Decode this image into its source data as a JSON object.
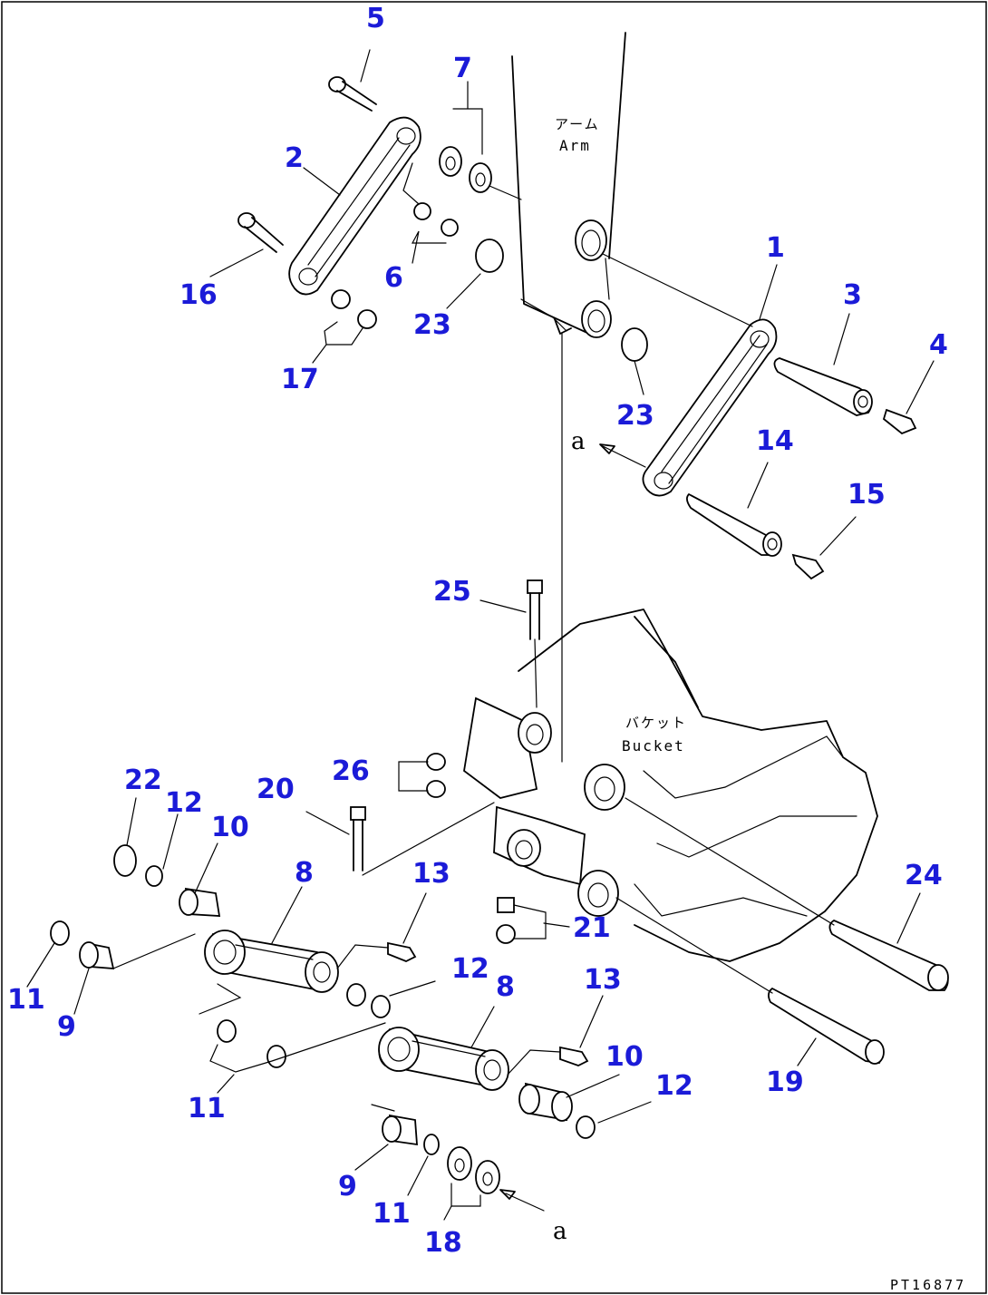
{
  "drawing": {
    "arm_label_jp": "アーム",
    "arm_label_en": "Arm",
    "bucket_label_jp": "バケット",
    "bucket_label_en": "Bucket",
    "view_ref_top": "a",
    "view_ref_bottom": "a",
    "drawing_code": "PT16877"
  },
  "callouts": [
    {
      "id": "c1",
      "text": "1"
    },
    {
      "id": "c2",
      "text": "2"
    },
    {
      "id": "c3",
      "text": "3"
    },
    {
      "id": "c4",
      "text": "4"
    },
    {
      "id": "c5",
      "text": "5"
    },
    {
      "id": "c6",
      "text": "6"
    },
    {
      "id": "c7",
      "text": "7"
    },
    {
      "id": "c8a",
      "text": "8"
    },
    {
      "id": "c8b",
      "text": "8"
    },
    {
      "id": "c9a",
      "text": "9"
    },
    {
      "id": "c9b",
      "text": "9"
    },
    {
      "id": "c10a",
      "text": "10"
    },
    {
      "id": "c10b",
      "text": "10"
    },
    {
      "id": "c11a",
      "text": "11"
    },
    {
      "id": "c11b",
      "text": "11"
    },
    {
      "id": "c11c",
      "text": "11"
    },
    {
      "id": "c12a",
      "text": "12"
    },
    {
      "id": "c12b",
      "text": "12"
    },
    {
      "id": "c12c",
      "text": "12"
    },
    {
      "id": "c13a",
      "text": "13"
    },
    {
      "id": "c13b",
      "text": "13"
    },
    {
      "id": "c14",
      "text": "14"
    },
    {
      "id": "c15",
      "text": "15"
    },
    {
      "id": "c16",
      "text": "16"
    },
    {
      "id": "c17",
      "text": "17"
    },
    {
      "id": "c18",
      "text": "18"
    },
    {
      "id": "c19",
      "text": "19"
    },
    {
      "id": "c20",
      "text": "20"
    },
    {
      "id": "c21",
      "text": "21"
    },
    {
      "id": "c22",
      "text": "22"
    },
    {
      "id": "c23a",
      "text": "23"
    },
    {
      "id": "c23b",
      "text": "23"
    },
    {
      "id": "c24",
      "text": "24"
    },
    {
      "id": "c25",
      "text": "25"
    },
    {
      "id": "c26",
      "text": "26"
    }
  ]
}
